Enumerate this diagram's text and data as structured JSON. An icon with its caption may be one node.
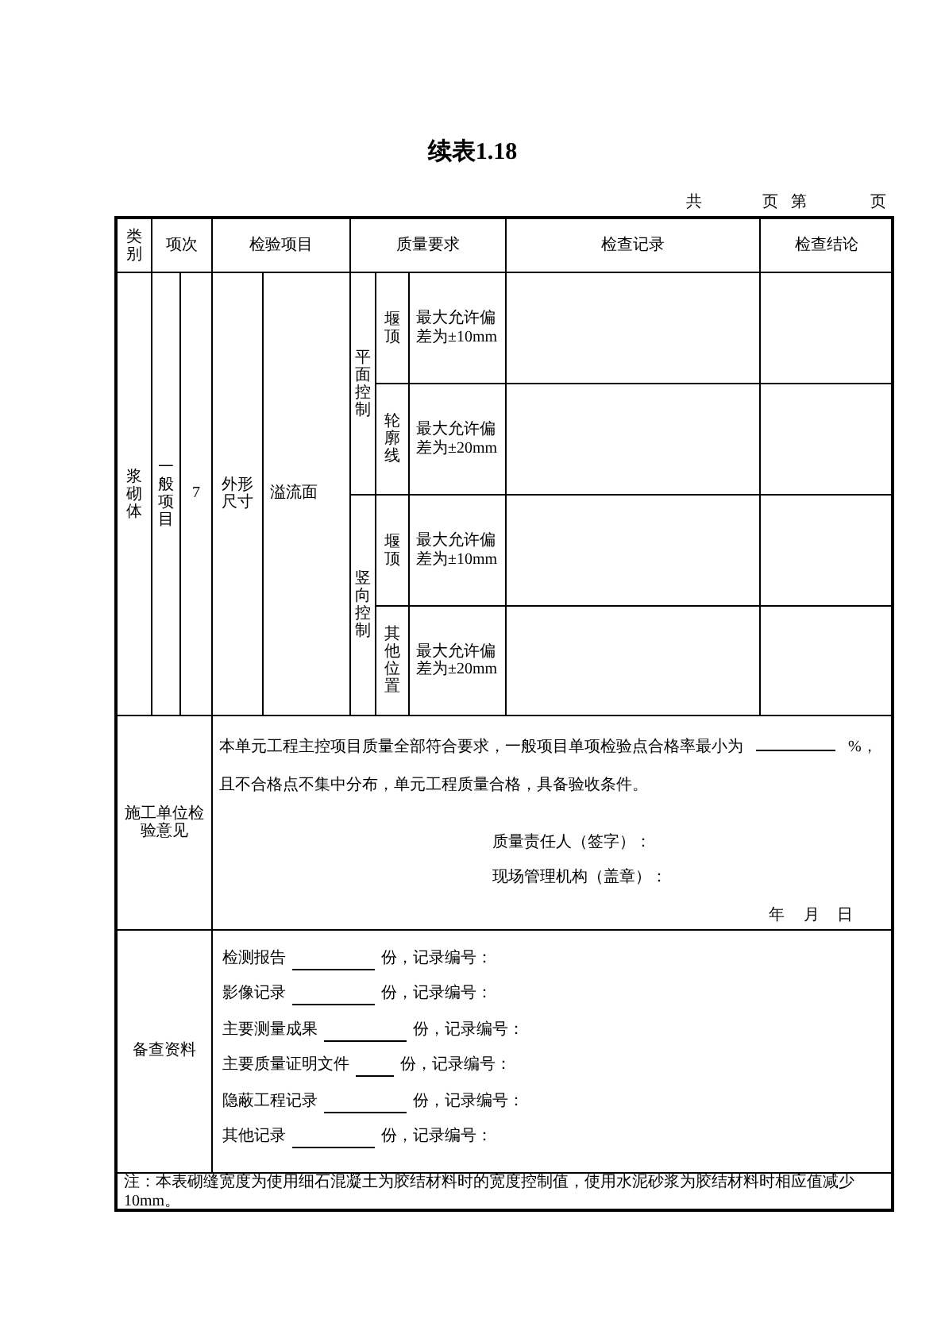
{
  "diagram": {
    "title": "续表1.18",
    "labels": [
      "共",
      "页",
      "第",
      "页",
      "类别",
      "项次",
      "检验项目",
      "质量要求",
      "检查记录",
      "检查结论",
      "浆砌体",
      "一般项目",
      "7",
      "外形尺寸",
      "溢流面",
      "平面控制",
      "堰顶",
      "最大允许偏差为±10mm",
      "轮廓线",
      "最大允许偏差为±20mm",
      "竖向控制",
      "堰顶",
      "最大允许偏差为±10mm",
      "其他位置",
      "最大允许偏差为±20mm",
      "施工单位检验意见",
      "本单元工程主控项目质量全部符合要求，一般项目单项检验点合格率最小为",
      "%，且不合格点不集中分布，单元工程质量合格，具备验收条件。",
      "质量责任人（签字）：",
      "现场管理机构（盖章）：",
      "年",
      "月",
      "日",
      "备查资料",
      "检测报告",
      "份，记录编号：",
      "影像记录",
      "份，记录编号：",
      "主要测量成果",
      "份，记录编号：",
      "主要质量证明文件",
      "份，记录编号：",
      "隐蔽工程记录",
      "份，记录编号：",
      "其他记录",
      "份，记录编号：",
      "注：本表砌缝宽度为使用细石混凝土为胶结材料时的宽度控制值，使用水泥砂浆为胶结材料时相应值减少10mm。"
    ]
  }
}
